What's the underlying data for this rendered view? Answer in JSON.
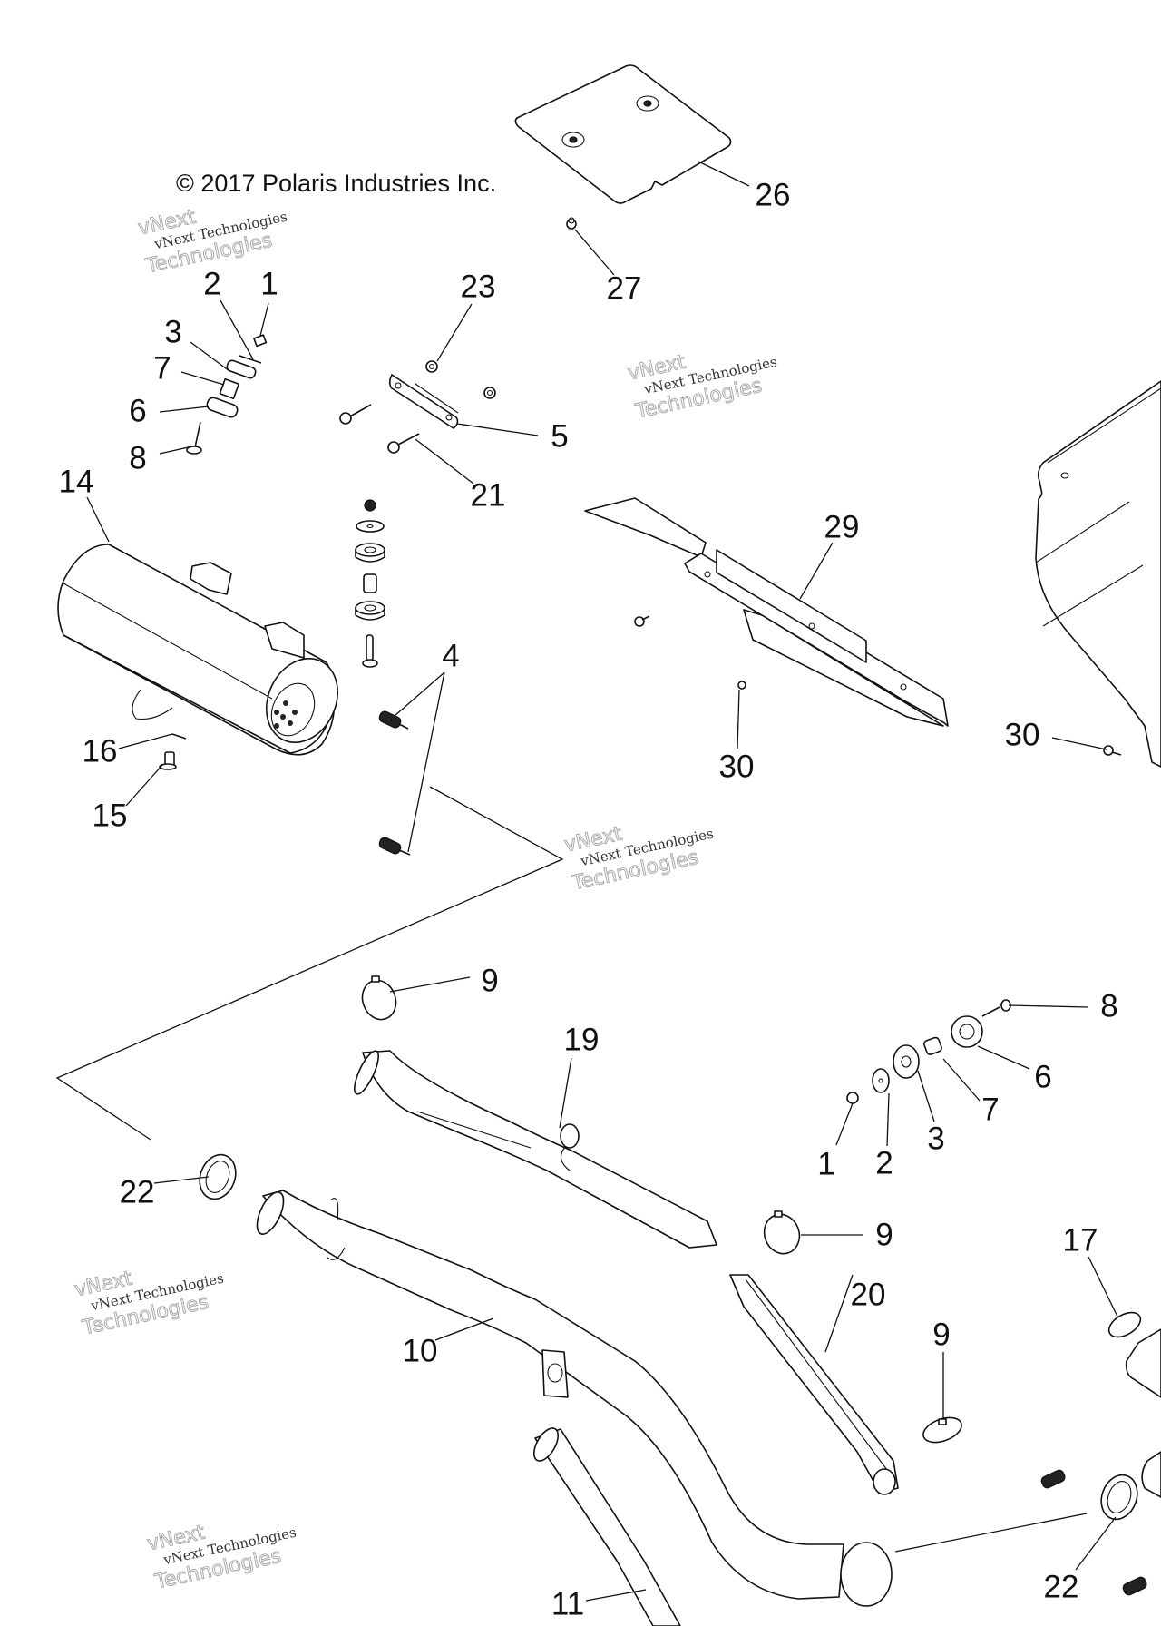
{
  "diagram": {
    "copyright": "© 2017 Polaris Industries Inc.",
    "watermark": {
      "line1": "vNext Technologies",
      "line2": "vNext",
      "line3": "Technologies"
    },
    "callouts": [
      {
        "id": "c26",
        "label": "26",
        "part": "heat-shield-plate"
      },
      {
        "id": "c27",
        "label": "27",
        "part": "push-rivet"
      },
      {
        "id": "c2a",
        "label": "2",
        "part": "washer"
      },
      {
        "id": "c1a",
        "label": "1",
        "part": "nut"
      },
      {
        "id": "c3a",
        "label": "3",
        "part": "grommet-washer"
      },
      {
        "id": "c7a",
        "label": "7",
        "part": "bushing"
      },
      {
        "id": "c6a",
        "label": "6",
        "part": "grommet"
      },
      {
        "id": "c8a",
        "label": "8",
        "part": "bolt"
      },
      {
        "id": "c23",
        "label": "23",
        "part": "flange-nut"
      },
      {
        "id": "c5",
        "label": "5",
        "part": "mount-bracket"
      },
      {
        "id": "c21",
        "label": "21",
        "part": "screw"
      },
      {
        "id": "c14",
        "label": "14",
        "part": "muffler"
      },
      {
        "id": "c16",
        "label": "16",
        "part": "cotter-pin"
      },
      {
        "id": "c15",
        "label": "15",
        "part": "pin"
      },
      {
        "id": "c4",
        "label": "4",
        "part": "spring"
      },
      {
        "id": "c29",
        "label": "29",
        "part": "heat-shield"
      },
      {
        "id": "c30a",
        "label": "30",
        "part": "screw"
      },
      {
        "id": "c30b",
        "label": "30",
        "part": "screw"
      },
      {
        "id": "c9a",
        "label": "9",
        "part": "clamp"
      },
      {
        "id": "c19",
        "label": "19",
        "part": "exhaust-pipe-shield"
      },
      {
        "id": "c8b",
        "label": "8",
        "part": "bolt"
      },
      {
        "id": "c6b",
        "label": "6",
        "part": "grommet"
      },
      {
        "id": "c7b",
        "label": "7",
        "part": "bushing"
      },
      {
        "id": "c3b",
        "label": "3",
        "part": "grommet-washer"
      },
      {
        "id": "c2b",
        "label": "2",
        "part": "washer"
      },
      {
        "id": "c1b",
        "label": "1",
        "part": "nut"
      },
      {
        "id": "c22a",
        "label": "22",
        "part": "seal"
      },
      {
        "id": "c9b",
        "label": "9",
        "part": "clamp"
      },
      {
        "id": "c17",
        "label": "17",
        "part": "gasket"
      },
      {
        "id": "c20",
        "label": "20",
        "part": "pipe-heat-shield"
      },
      {
        "id": "c9c",
        "label": "9",
        "part": "clamp"
      },
      {
        "id": "c10",
        "label": "10",
        "part": "exhaust-pipe"
      },
      {
        "id": "c22b",
        "label": "22",
        "part": "seal"
      },
      {
        "id": "c11",
        "label": "11",
        "part": "header-pipe"
      }
    ]
  }
}
